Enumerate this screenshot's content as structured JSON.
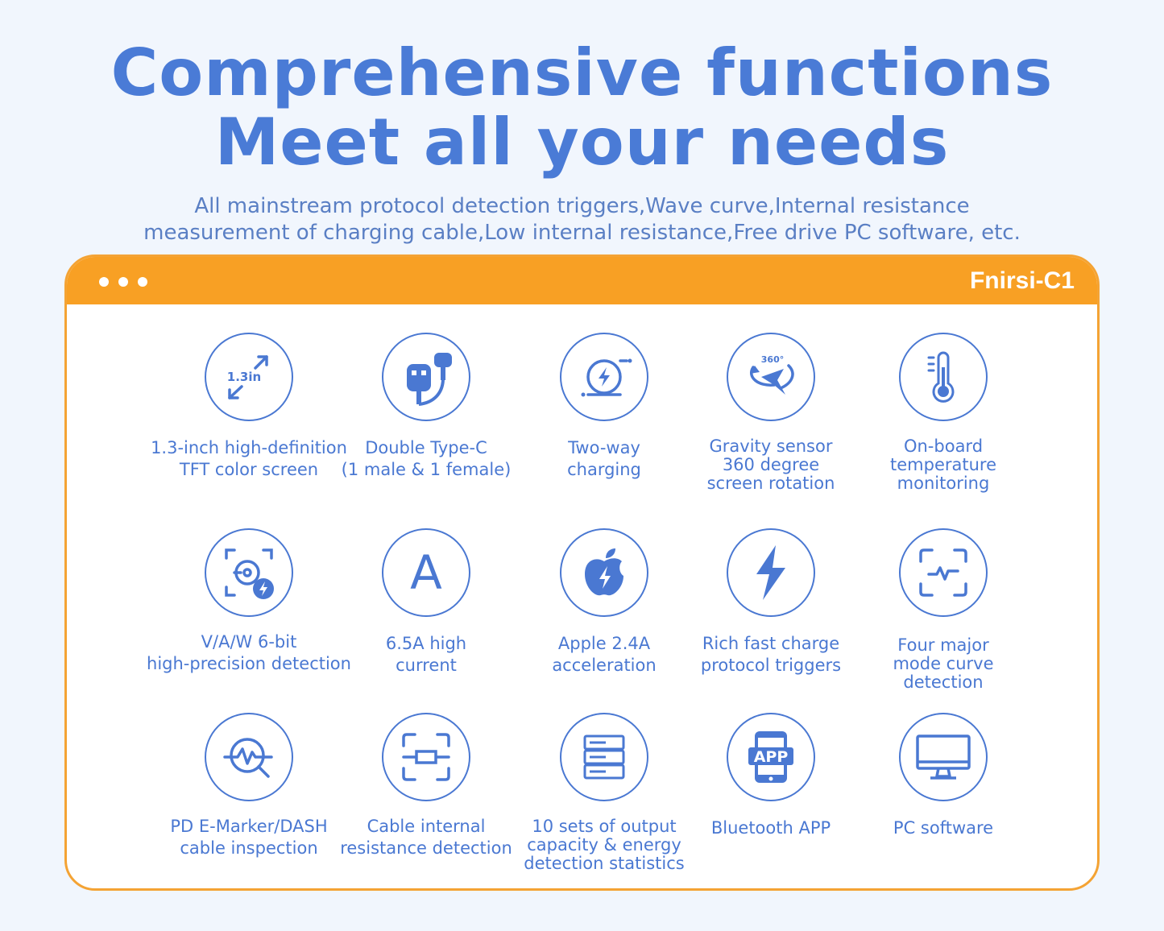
{
  "headline": [
    "Comprehensive functions",
    "Meet all your needs"
  ],
  "subline": [
    "All mainstream protocol detection triggers,Wave curve,Internal resistance",
    "measurement of charging cable,Low internal resistance,Free drive PC software, etc."
  ],
  "card": {
    "brand": "Fnirsi-C1"
  },
  "features": [
    {
      "icon": "screen-size-icon",
      "lines": [
        "1.3-inch high-definition",
        "TFT color screen"
      ],
      "glyph": "1.3in"
    },
    {
      "icon": "type-c-plug-icon",
      "lines": [
        "Double Type-C",
        "(1 male & 1 female)"
      ]
    },
    {
      "icon": "two-way-charging-icon",
      "lines": [
        "Two-way",
        "charging"
      ]
    },
    {
      "icon": "rotation-icon",
      "lines": [
        "Gravity sensor",
        "360 degree",
        "screen rotation"
      ],
      "glyph": "360°"
    },
    {
      "icon": "thermometer-icon",
      "lines": [
        "On-board",
        "temperature",
        "monitoring"
      ]
    },
    {
      "icon": "precision-detection-icon",
      "lines": [
        "V/A/W 6-bit",
        "high-precision detection"
      ]
    },
    {
      "icon": "ampere-icon",
      "lines": [
        "6.5A high",
        "current"
      ],
      "glyph": "A"
    },
    {
      "icon": "apple-charge-icon",
      "lines": [
        "Apple 2.4A",
        "acceleration"
      ]
    },
    {
      "icon": "lightning-icon",
      "lines": [
        "Rich fast charge",
        "protocol triggers"
      ]
    },
    {
      "icon": "curve-scan-icon",
      "lines": [
        "Four major",
        "mode curve",
        "detection"
      ]
    },
    {
      "icon": "cable-inspect-icon",
      "lines": [
        "PD E-Marker/DASH",
        "cable inspection"
      ]
    },
    {
      "icon": "resistance-scan-icon",
      "lines": [
        "Cable internal",
        "resistance detection"
      ]
    },
    {
      "icon": "data-stack-icon",
      "lines": [
        "10 sets of output",
        "capacity & energy",
        "detection statistics"
      ]
    },
    {
      "icon": "app-phone-icon",
      "lines": [
        "Bluetooth APP"
      ],
      "glyph": "APP"
    },
    {
      "icon": "monitor-icon",
      "lines": [
        "PC software"
      ]
    }
  ],
  "colors": {
    "accent": "#4a78d2",
    "bar": "#f8a024",
    "background": "#f1f6fd"
  }
}
